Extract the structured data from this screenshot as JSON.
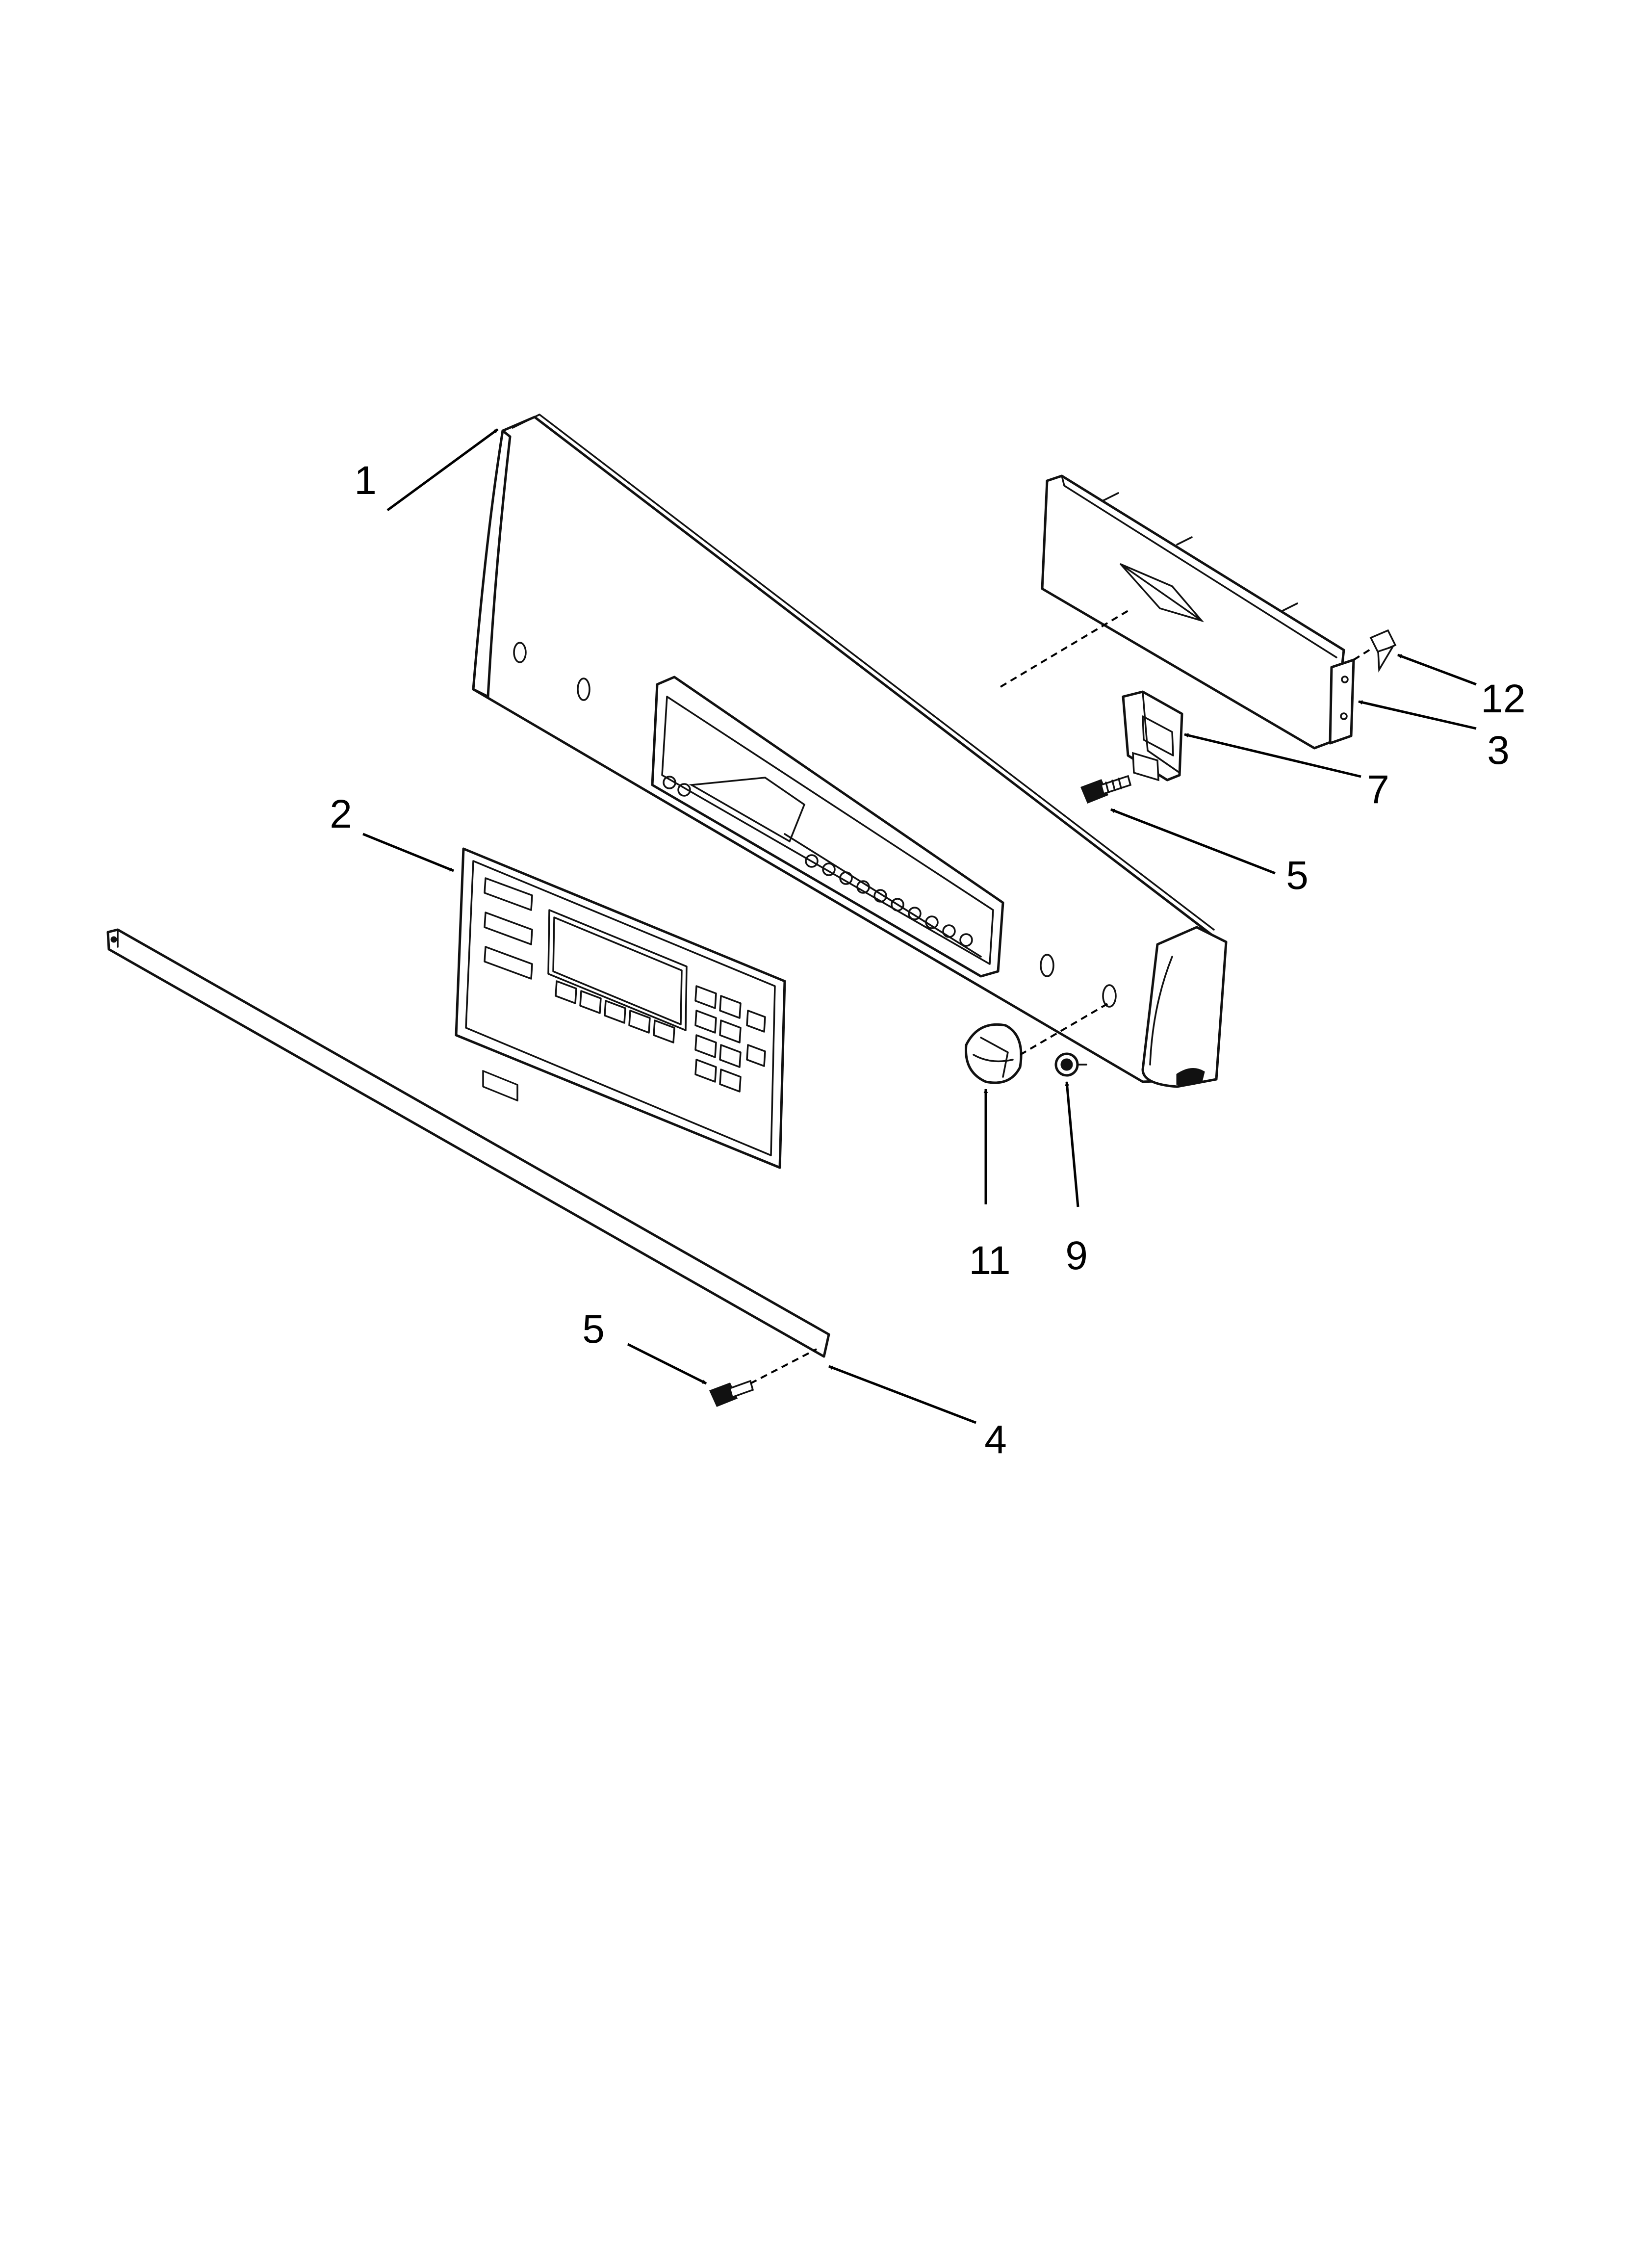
{
  "callouts": [
    {
      "key": "p1",
      "label": "1"
    },
    {
      "key": "p2",
      "label": "2"
    },
    {
      "key": "p3",
      "label": "3"
    },
    {
      "key": "p4",
      "label": "4"
    },
    {
      "key": "p5a",
      "label": "5"
    },
    {
      "key": "p5b",
      "label": "5"
    },
    {
      "key": "p7",
      "label": "7"
    },
    {
      "key": "p9",
      "label": "9"
    },
    {
      "key": "p11",
      "label": "11"
    },
    {
      "key": "p12",
      "label": "12"
    }
  ]
}
